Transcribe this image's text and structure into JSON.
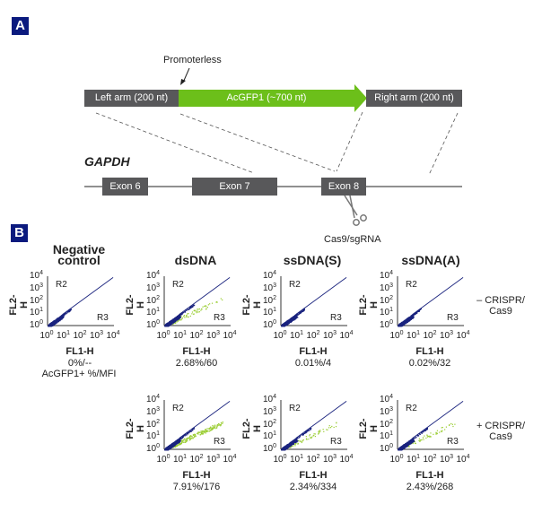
{
  "panel_a": {
    "badge": "A",
    "promoterless_label": "Promoterless",
    "left_arm": "Left arm (200 nt)",
    "insert": "AcGFP1 (~700 nt)",
    "right_arm": "Right arm (200 nt)",
    "gene_label": "GAPDH",
    "exons": [
      "Exon 6",
      "Exon 7",
      "Exon 8"
    ],
    "cutter_label": "Cas9/sgRNA",
    "colors": {
      "insert": "#6cbf1a",
      "arm": "#58585a"
    }
  },
  "panel_b": {
    "badge": "B",
    "columns": [
      "Negative control",
      "dsDNA",
      "ssDNA(S)",
      "ssDNA(A)"
    ],
    "rows": [
      "– CRISPR/ Cas9",
      "+ CRISPR/ Cas9"
    ],
    "legend_note": "AcGFP1+ %/MFI"
  },
  "chart_data": {
    "type": "scatter",
    "xlabel": "FL1-H",
    "ylabel": "FL2-H",
    "scale": "log",
    "xlim": [
      1,
      10000
    ],
    "ylim": [
      1,
      10000
    ],
    "tick_base": "10",
    "tick_exponents": [
      "0",
      "1",
      "2",
      "3",
      "4"
    ],
    "regions": [
      "R2",
      "R3"
    ],
    "colors": {
      "negative": "#1a237e",
      "positive": "#9acd32"
    },
    "panels": [
      {
        "column": "Negative control",
        "condition": "– CRISPR/Cas9",
        "stat": "0%/--",
        "positive_percent": 0
      },
      {
        "column": "dsDNA",
        "condition": "– CRISPR/Cas9",
        "stat": "2.68%/60",
        "positive_percent": 2.68
      },
      {
        "column": "ssDNA(S)",
        "condition": "– CRISPR/Cas9",
        "stat": "0.01%/4",
        "positive_percent": 0.01
      },
      {
        "column": "ssDNA(A)",
        "condition": "– CRISPR/Cas9",
        "stat": "0.02%/32",
        "positive_percent": 0.02
      },
      {
        "column": "dsDNA",
        "condition": "+ CRISPR/Cas9",
        "stat": "7.91%/176",
        "positive_percent": 7.91
      },
      {
        "column": "ssDNA(S)",
        "condition": "+ CRISPR/Cas9",
        "stat": "2.34%/334",
        "positive_percent": 2.34
      },
      {
        "column": "ssDNA(A)",
        "condition": "+ CRISPR/Cas9",
        "stat": "2.43%/268",
        "positive_percent": 2.43
      }
    ]
  }
}
